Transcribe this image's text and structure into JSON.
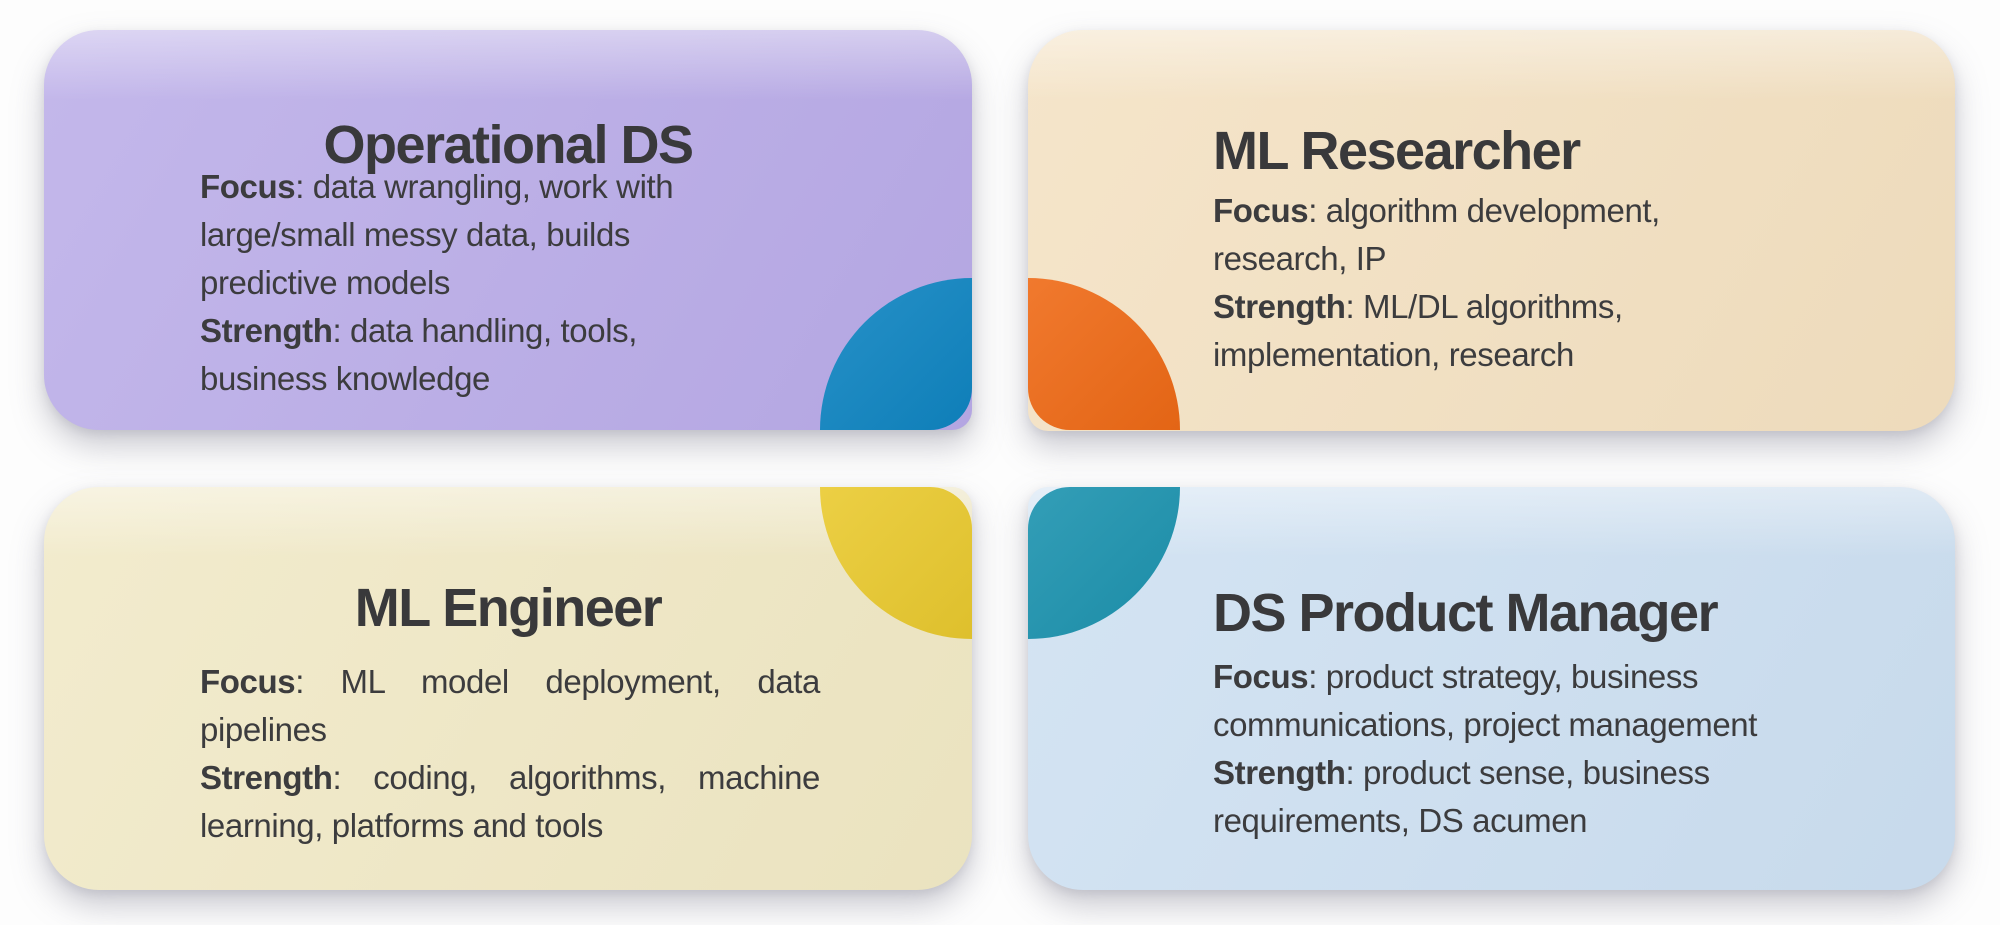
{
  "canvas": {
    "background": "#FDFDFD",
    "text_color": "#3C3C3E",
    "title_color": "#39393B"
  },
  "cards": [
    {
      "id": "operational-ds",
      "title": "Operational DS",
      "color": "#B8AAE7",
      "body": [
        {
          "label": "Focus",
          "text": ": data wrangling, work with large/small messy data, builds predictive models"
        },
        {
          "label": "Strength",
          "text": ": data handling, tools, business knowledge"
        }
      ],
      "petal": {
        "name": "blue-petal",
        "color": "#0F85C2",
        "position": "bottom-right"
      }
    },
    {
      "id": "ml-researcher",
      "title": "ML Researcher",
      "color": "#F3E0C0",
      "body": [
        {
          "label": "Focus",
          "text": ": algorithm development, research, IP"
        },
        {
          "label": "Strength",
          "text": ": ML/DL algorithms, implementation, research"
        }
      ],
      "petal": {
        "name": "orange-petal",
        "color": "#EF6A16",
        "position": "bottom-left"
      }
    },
    {
      "id": "ml-engineer",
      "title": "ML Engineer",
      "color": "#F0E8C4",
      "body": [
        {
          "label": "Focus",
          "text": ": ML model deployment, data pipelines"
        },
        {
          "label": "Strength",
          "text": ": coding, algorithms, machine learning, platforms and tools"
        }
      ],
      "petal": {
        "name": "yellow-petal",
        "color": "#EACA2F",
        "position": "top-right"
      }
    },
    {
      "id": "ds-product-manager",
      "title": "DS Product Manager",
      "color": "#CCDFF1",
      "body": [
        {
          "label": "Focus",
          "text": ": product strategy, business communications, project management"
        },
        {
          "label": "Strength",
          "text": ": product sense, business requirements, DS acumen"
        }
      ],
      "petal": {
        "name": "teal-petal",
        "color": "#1C93AF",
        "position": "top-left"
      }
    }
  ]
}
